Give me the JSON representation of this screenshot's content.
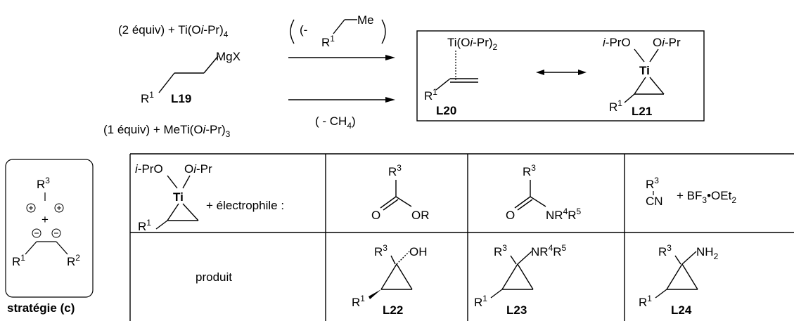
{
  "top": {
    "line1": {
      "pre": "(2 équiv) + Ti(O",
      "ipr": "i",
      "mid": "-Pr)",
      "sub": "4"
    },
    "byproduct1": {
      "open": "(-",
      "me": "Me",
      "r": "R",
      "sup": "1",
      "close": ")"
    },
    "reagent": {
      "mgx": "MgX",
      "r": "R",
      "sup": "1",
      "label": "L19"
    },
    "line3": {
      "pre": "(1 équiv) + MeTi(O",
      "ipr": "i",
      "mid": "-Pr)",
      "sub": "3"
    },
    "byproduct2": {
      "text": "( - CH",
      "sub": "4",
      "close": ")"
    }
  },
  "box": {
    "ti": {
      "pre": "Ti(O",
      "ipr": "i",
      "mid": "-Pr)",
      "sub": "2"
    },
    "l20": {
      "r": "R",
      "sup": "1",
      "label": "L20"
    },
    "l21": {
      "left_i": "i",
      "left": "-PrO",
      "right_pre": "O",
      "right_i": "i",
      "right": "-Pr",
      "ti": "Ti",
      "r": "R",
      "sup": "1",
      "label": "L21"
    }
  },
  "strategy": {
    "r3": "R",
    "r3sup": "3",
    "plus": "+",
    "r1": "R",
    "r1sup": "1",
    "r2": "R",
    "r2sup": "2",
    "caption": "stratégie (c)"
  },
  "table": {
    "cell1": {
      "ipro_i": "i",
      "ipro": "-PrO",
      "oipr_o": "O",
      "oipr_i": "i",
      "oipr": "-Pr",
      "ti": "Ti",
      "r": "R",
      "sup": "1",
      "text": "+ électrophile :"
    },
    "ester": {
      "r": "R",
      "sup": "3",
      "o": "O",
      "or": "OR"
    },
    "amide": {
      "r": "R",
      "sup": "3",
      "o": "O",
      "nr": "NR",
      "s4": "4",
      "r5": "R",
      "s5": "5"
    },
    "nitrile": {
      "r": "R",
      "sup": "3",
      "cn": "CN",
      "text": "+ BF",
      "sub3": "3",
      "dot": "•OEt",
      "sub2": "2"
    },
    "produit": "produit",
    "l22": {
      "r3": "R",
      "s3": "3",
      "oh": "OH",
      "r1": "R",
      "s1": "1",
      "label": "L22"
    },
    "l23": {
      "r3": "R",
      "s3": "3",
      "nr": "NR",
      "s4": "4",
      "r5": "R",
      "s5": "5",
      "r1": "R",
      "s1": "1",
      "label": "L23"
    },
    "l24": {
      "r3": "R",
      "s3": "3",
      "nh": "NH",
      "s2": "2",
      "r1": "R",
      "s1": "1",
      "label": "L24"
    }
  }
}
